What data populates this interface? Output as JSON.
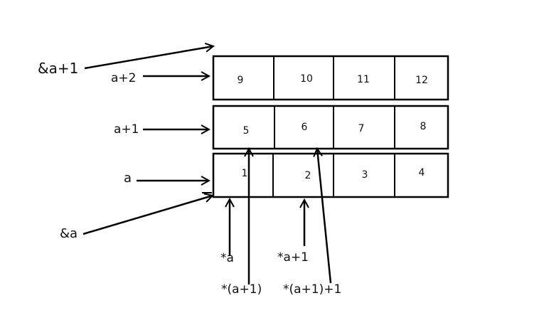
{
  "rows": [
    {
      "cells": [
        "9",
        "10",
        "11",
        "12"
      ]
    },
    {
      "cells": [
        "5",
        "6",
        "7",
        "8"
      ]
    },
    {
      "cells": [
        "1",
        "2",
        "3",
        "4"
      ]
    }
  ],
  "labels": {
    "amp_a_plus_1": "&a+1",
    "a_plus_2": "a+2",
    "a_plus_1": "a+1",
    "a": "a",
    "amp_a": "&a",
    "deref_a": "*a",
    "deref_a_plus_1": "*a+1",
    "deref_paren_a_plus_1": "*(a+1)",
    "deref_paren_a_plus_1_plus_1": "*(a+1)+1"
  }
}
